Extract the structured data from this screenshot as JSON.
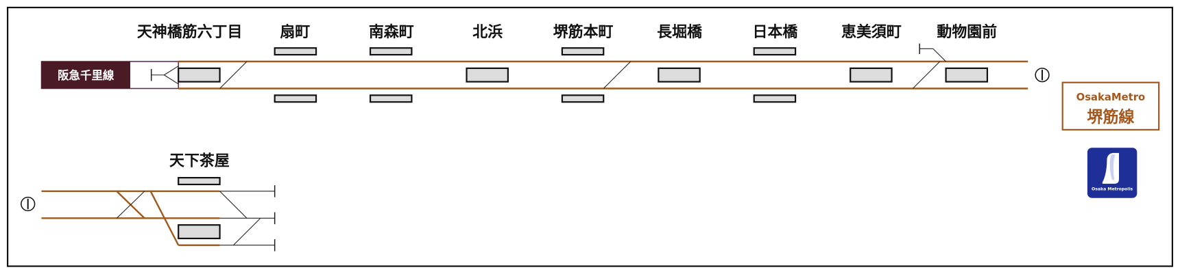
{
  "stations": [
    {
      "name": "天神橋筋六丁目"
    },
    {
      "name": "扇町"
    },
    {
      "name": "南森町"
    },
    {
      "name": "北浜"
    },
    {
      "name": "堺筋本町"
    },
    {
      "name": "長堀橋"
    },
    {
      "name": "日本橋"
    },
    {
      "name": "恵美須町"
    },
    {
      "name": "動物園前"
    }
  ],
  "terminal_station": {
    "name": "天下茶屋"
  },
  "connecting_line": {
    "label": "阪急千里線"
  },
  "line_badge": {
    "operator": "OsakaMetro",
    "line_name": "堺筋線"
  },
  "logo": {
    "caption": "Osaka Metropolis",
    "icon": "osaka-metro-logo-icon"
  },
  "icons": {
    "line_end_mark": "circle-bar-icon",
    "buffer_stop": "buffer-stop-icon"
  },
  "colors": {
    "track": "#9e5a1e",
    "accent": "#a5581e",
    "connect_box": "#4a1a25",
    "connect_outline": "#5c2a4a",
    "logo_bg": "#1e2f97",
    "platform": "#dcdcdc"
  }
}
